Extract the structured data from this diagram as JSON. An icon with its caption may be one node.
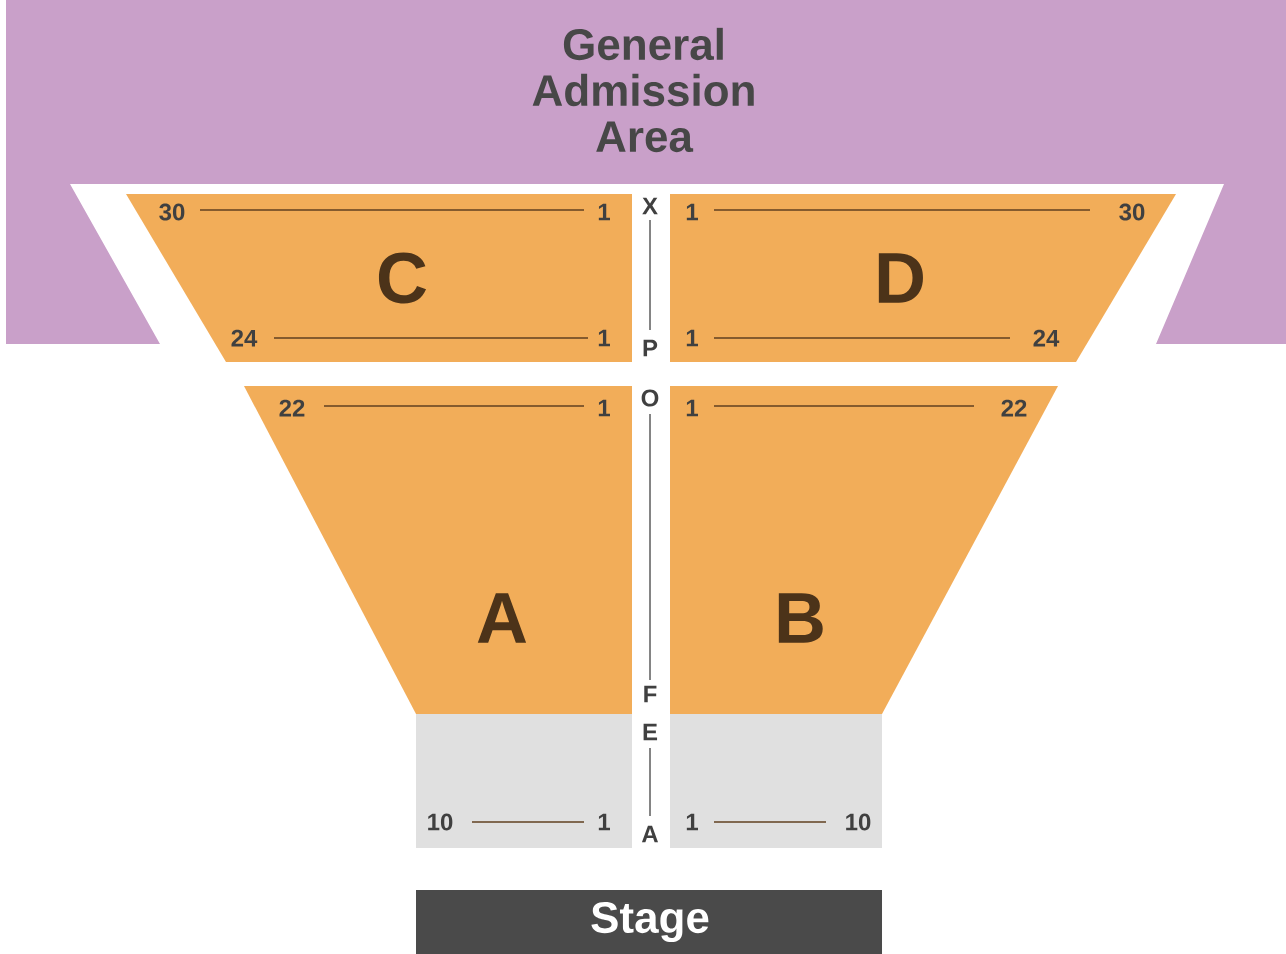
{
  "diagram": {
    "nodes": [
      {
        "text": [
          "General Admission Area"
        ]
      },
      {
        "text": [
          "C"
        ]
      },
      {
        "text": [
          "D"
        ]
      },
      {
        "text": [
          "A"
        ]
      },
      {
        "text": [
          "B"
        ]
      },
      {
        "text": [],
        "shape": "box"
      },
      {
        "text": [],
        "shape": "box"
      },
      {
        "text": [
          "Stage"
        ]
      }
    ],
    "edges": [],
    "labels": [
      "30",
      "1",
      "X",
      "1",
      "30",
      "24",
      "1",
      "P",
      "1",
      "24",
      "O",
      "22",
      "1",
      "1",
      "22",
      "F",
      "E",
      "10",
      "1",
      "1",
      "10",
      "A"
    ]
  }
}
